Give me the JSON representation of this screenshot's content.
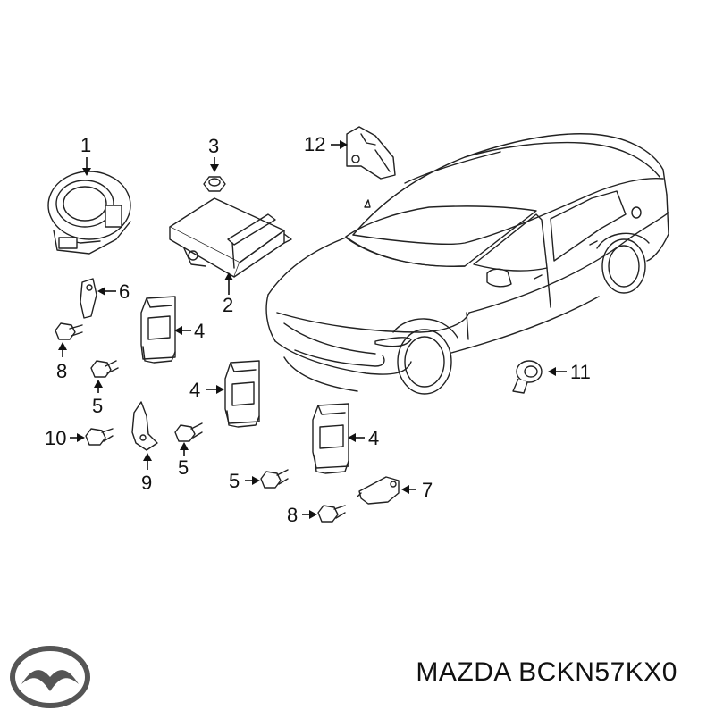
{
  "callouts": {
    "c1": "1",
    "c2": "2",
    "c3": "3",
    "c4a": "4",
    "c4b": "4",
    "c4c": "4",
    "c5a": "5",
    "c5b": "5",
    "c5c": "5",
    "c6": "6",
    "c7": "7",
    "c8a": "8",
    "c8b": "8",
    "c9": "9",
    "c10": "10",
    "c11": "11",
    "c12": "12"
  },
  "caption": "MAZDA BCKN57KX0",
  "logo": {
    "icon": "mazda-logo-icon"
  }
}
